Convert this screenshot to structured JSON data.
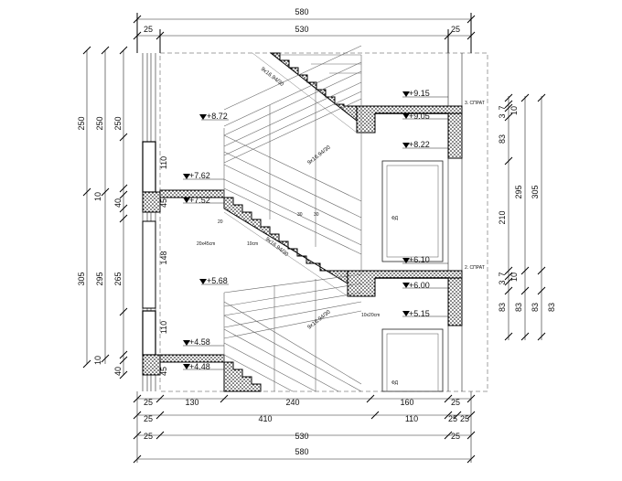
{
  "dimensions": {
    "top": {
      "overall": "580",
      "left_edge": "25",
      "middle": "530",
      "right_edge": "25"
    },
    "bottom_row1": [
      "25",
      "130",
      "240",
      "160",
      "25"
    ],
    "bottom_row2": [
      "25",
      "410",
      "110",
      "25",
      "25"
    ],
    "bottom_row3": [
      "25",
      "530",
      "25"
    ],
    "bottom_overall": "580",
    "left_outer": [
      "250",
      "305"
    ],
    "left_mid": [
      "250",
      "295"
    ],
    "left_inner": [
      "250",
      "110",
      "10",
      "40",
      "45",
      "148",
      "265",
      "110",
      "10",
      "40",
      "45"
    ],
    "right_inner": [
      "7",
      "3",
      "10",
      "83",
      "210",
      "7",
      "3",
      "10",
      "83",
      "83"
    ],
    "right_mid": [
      "295",
      "83"
    ],
    "right_outer": [
      "305",
      "83"
    ]
  },
  "levels": {
    "l915": "+9.15",
    "l905": "+9.05",
    "l872": "+8.72",
    "l822": "+8.22",
    "l762": "+7.62",
    "l752": "+7.52",
    "l610": "+6.10",
    "l600": "+6.00",
    "l568": "+5.68",
    "l515": "+5.15",
    "l458": "+4.58",
    "l448": "+4.48"
  },
  "floors": {
    "f3": "3. СПРАТ",
    "f2": "2. СПРАТ"
  },
  "stairs": {
    "s1": "9x16.94/30",
    "s2": "9x16.94/30",
    "s3": "9x16.94/30",
    "s4": "9x16.94/30"
  },
  "details": {
    "rail_top": "30",
    "rail_gap": "30",
    "post": "20",
    "note1": "20x45cm",
    "note2": "10cm",
    "note3": "10x20cm",
    "door": "ФД"
  }
}
